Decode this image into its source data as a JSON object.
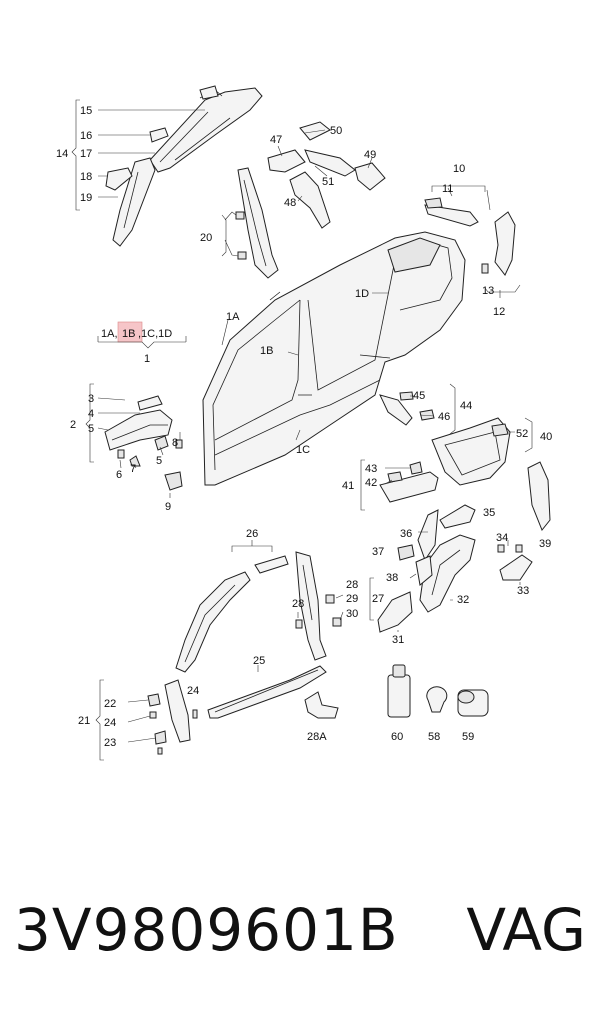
{
  "labels": {
    "l15": "15",
    "l16": "16",
    "l14": "14",
    "l17": "17",
    "l18": "18",
    "l19": "19",
    "l47": "47",
    "l50": "50",
    "l49": "49",
    "l51": "51",
    "l48": "48",
    "l20": "20",
    "l10": "10",
    "l11": "11",
    "l13": "13",
    "l12": "12",
    "l1d": "1D",
    "l1a": "1A",
    "l1b": "1B",
    "l1c": "1C",
    "lgroup_a": "1A,",
    "lgroup_b": "1B",
    "lgroup_c": ",1C,1D",
    "l1": "1",
    "l3": "3",
    "l4": "4",
    "l2": "2",
    "l5a": "5",
    "l6": "6",
    "l7": "7",
    "l5b": "5",
    "l8": "8",
    "l9": "9",
    "l45": "45",
    "l44": "44",
    "l46": "46",
    "l52": "52",
    "l40": "40",
    "l43": "43",
    "l41": "41",
    "l42": "42",
    "l35": "35",
    "l39": "39",
    "l36": "36",
    "l34": "34",
    "l37": "37",
    "l38": "38",
    "l33": "33",
    "l32": "32",
    "l31": "31",
    "l26": "26",
    "l28": "28",
    "l29": "29",
    "l27": "27",
    "l28b": "28",
    "l30": "30",
    "l25": "25",
    "l22": "22",
    "l24a": "24",
    "l21": "21",
    "l24b": "24",
    "l23": "23",
    "l28a": "28A",
    "l60": "60",
    "l58": "58",
    "l59": "59"
  },
  "highlight_color": "#f6c5c8",
  "footer": {
    "part_number": "3V9809601B",
    "brand": "VAG"
  }
}
